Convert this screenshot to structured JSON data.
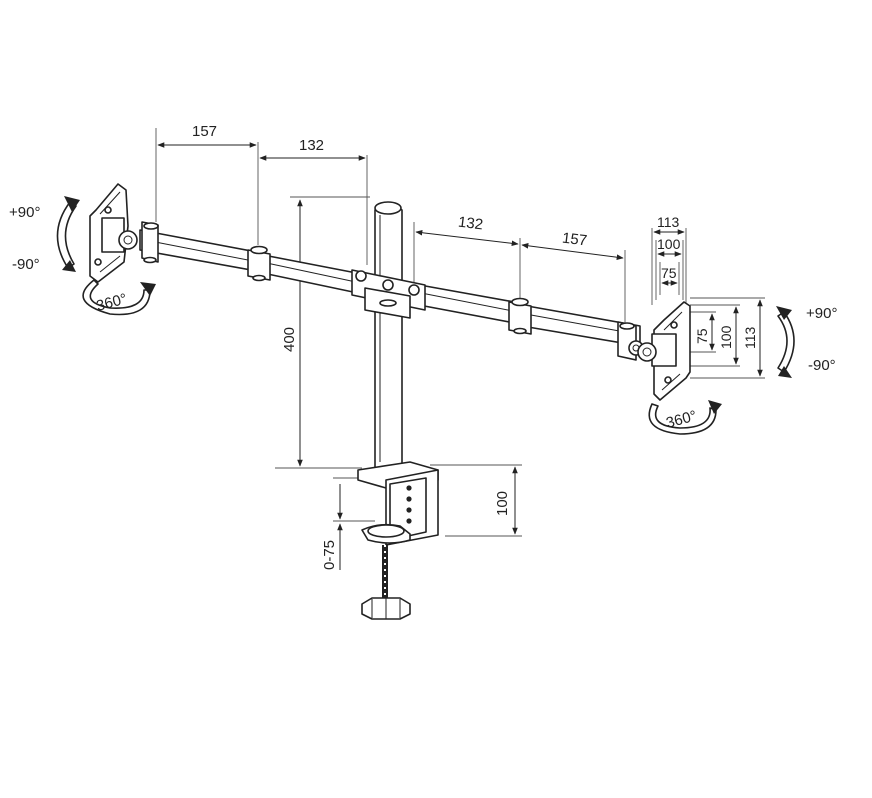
{
  "dimensions": {
    "left_arm_outer": "157",
    "left_arm_inner": "132",
    "right_arm_inner": "132",
    "right_arm_outer": "157",
    "pole_height": "400",
    "clamp_height": "100",
    "clamp_range": "0-75",
    "vesa_113_top": "113",
    "vesa_100_top": "100",
    "vesa_75_top": "75",
    "vesa_75_side": "75",
    "vesa_100_side": "100",
    "vesa_113_side": "113"
  },
  "rotation_labels": {
    "left_tilt_up": "+90°",
    "left_tilt_down": "-90°",
    "left_rotate": "360°",
    "right_tilt_up": "+90°",
    "right_tilt_down": "-90°",
    "right_rotate": "360°"
  },
  "colors": {
    "line": "#222222",
    "background": "#ffffff"
  }
}
